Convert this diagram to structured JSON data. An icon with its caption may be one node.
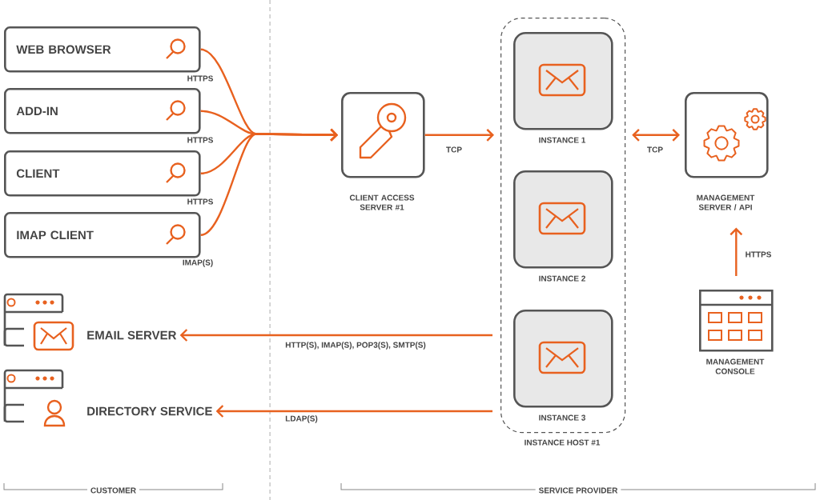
{
  "diagram": {
    "nodes": [
      {
        "text": [
          "WEB BROWSER"
        ]
      },
      {
        "text": [
          "ADD-IN"
        ]
      },
      {
        "text": [
          "CLIENT"
        ]
      },
      {
        "text": [
          "IMAP CLIENT"
        ]
      },
      {
        "text": [
          "EMAIL SERVER"
        ]
      },
      {
        "text": [
          "DIRECTORY SERVICE"
        ]
      },
      {
        "text": [
          "CLIENT ACCESS SERVER #1"
        ]
      },
      {
        "text": [
          "INSTANCE HOST #1"
        ]
      },
      {
        "text": [
          "INSTANCE 1"
        ],
        "in": 7
      },
      {
        "text": [
          "INSTANCE 2"
        ],
        "in": 7
      },
      {
        "text": [
          "INSTANCE 3"
        ],
        "in": 7
      },
      {
        "text": [
          "MANAGEMENT SERVER / API"
        ]
      },
      {
        "text": [
          "MANAGEMENT CONSOLE"
        ]
      }
    ],
    "edges": [
      {
        "from": 0,
        "to": 6,
        "arrow": "to",
        "label": "HTTPS"
      },
      {
        "from": 1,
        "to": 6,
        "arrow": "to",
        "label": "HTTPS"
      },
      {
        "from": 2,
        "to": 6,
        "arrow": "to",
        "label": "HTTPS"
      },
      {
        "from": 3,
        "to": 6,
        "arrow": "to",
        "label": "IMAP(S)"
      },
      {
        "from": 6,
        "to": 7,
        "arrow": "to",
        "label": "TCP"
      },
      {
        "from": 7,
        "to": 11,
        "arrow": "both",
        "label": "TCP"
      },
      {
        "from": 12,
        "to": 11,
        "arrow": "to",
        "label": "HTTPS"
      },
      {
        "from": 7,
        "to": 4,
        "arrow": "to",
        "label": "HTTP(S), IMAP(S), POP3(S), SMTP(S)"
      },
      {
        "from": 7,
        "to": 5,
        "arrow": "to",
        "label": "LDAP(S)"
      }
    ],
    "labels": [
      "CUSTOMER",
      "SERVICE PROVIDER"
    ]
  }
}
